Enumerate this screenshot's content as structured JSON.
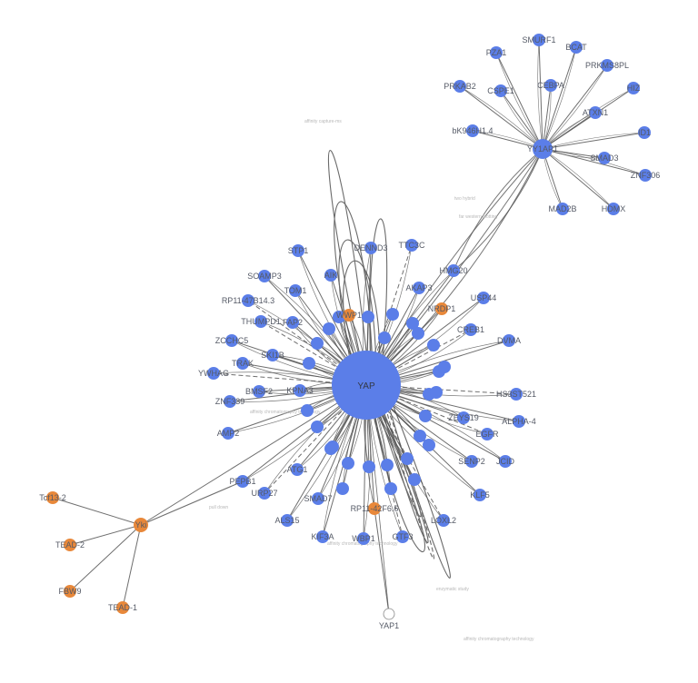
{
  "colors": {
    "protein_node": "#5b7ee8",
    "query_node": "#e8883a",
    "empty_node": "#ffffff",
    "edge": "#555555",
    "edge_label": "#b8b8b8",
    "label": "#555a66"
  },
  "hubs": {
    "yap": "YAP",
    "yy1ap1": "YY1AP1",
    "yki": "Yki",
    "yap1": "YAP1"
  },
  "yy1ap1_neighbors": [
    "SMURF1",
    "BCAT",
    "PZA1",
    "PRKMS8PL",
    "HIZ",
    "PRKAB2",
    "CSPE1",
    "CEBPA",
    "ATXN1",
    "bK946H1.4",
    "ID1",
    "SMAD3",
    "ZNF306",
    "MAD2B",
    "HDMX"
  ],
  "yki_neighbors": [
    "Tcf13-2",
    "TEAD-2",
    "FBW9",
    "TEAD-1"
  ],
  "yap_neighbors_blue": [
    "DENND3",
    "TTC3C",
    "STP1",
    "SOAMP3",
    "AIK",
    "RP11-47B14.3",
    "TOM1",
    "AKAP3",
    "HMG20",
    "THUMPD1",
    "FAP2",
    "USP44",
    "ZCCHC5",
    "CREB1",
    "DVMA",
    "SKI1B",
    "TRAK",
    "YWHAG",
    "BMSF2",
    "KPNA3",
    "ZNF339",
    "HS3ST521",
    "ZEYS19",
    "ALPHA-4",
    "AMP2",
    "EGFR",
    "PEPB1",
    "SENP2",
    "JCID",
    "URP27",
    "ATG1",
    "KLF5",
    "SMAD7",
    "LOXL2",
    "ALS15",
    "KIF3A",
    "WBP1",
    "GTF3"
  ],
  "yap_neighbors_orange": [
    "NRDP1",
    "WWP1",
    "RP11-42F6.6"
  ],
  "edge_labels": [
    "affinity capture-ms",
    "two hybrid",
    "affinity chromatography technology",
    "pull down",
    "far western blotting",
    "enzymatic study",
    "affinity chromatography technology",
    "affinity chromatography technology"
  ]
}
